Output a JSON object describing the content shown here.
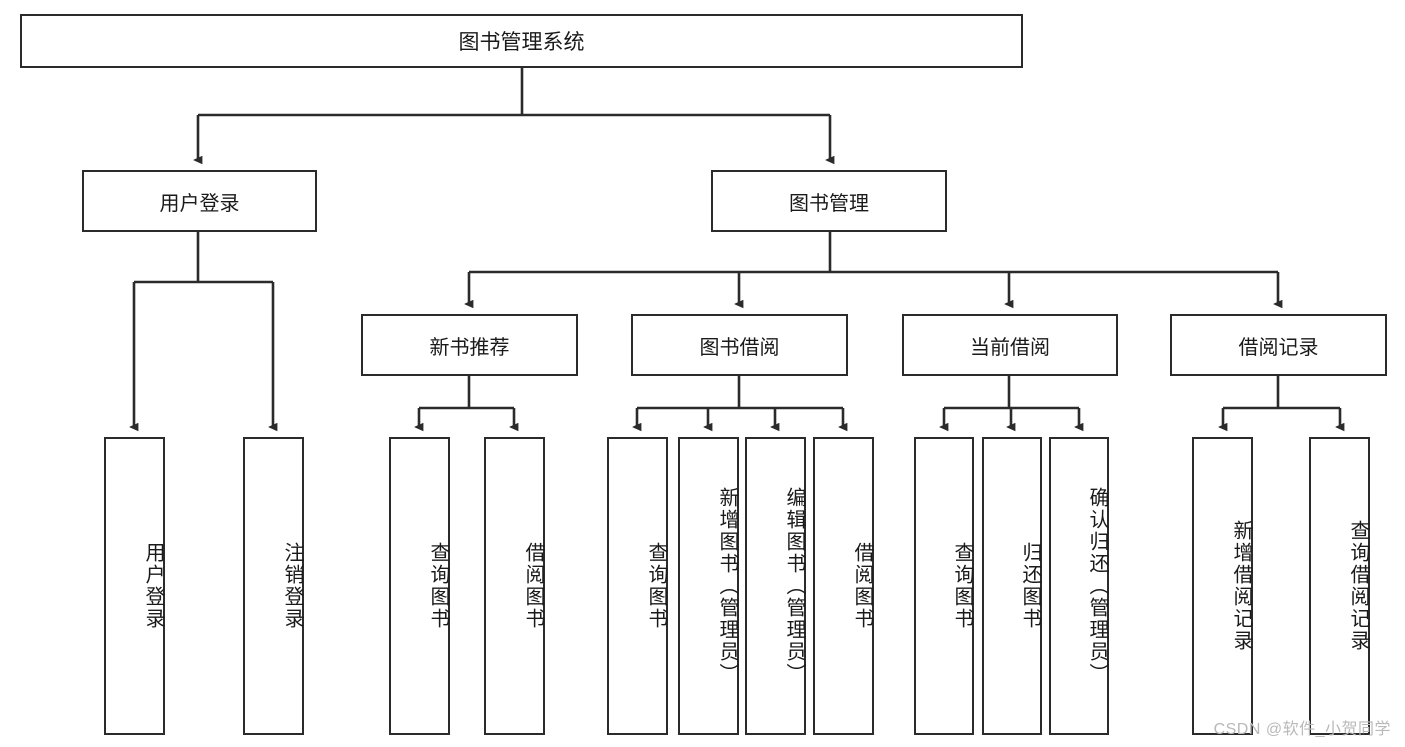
{
  "diagram": {
    "title": "图书管理系统",
    "type": "tree-hierarchy-diagram",
    "colors": {
      "box_border": "#2b2b2b",
      "box_fill": "#ffffff",
      "connector": "#2b2b2b",
      "background": "#ffffff",
      "watermark": "#b9b9b9"
    },
    "root": {
      "label": "图书管理系统"
    },
    "level2": [
      {
        "label": "用户登录"
      },
      {
        "label": "图书管理"
      }
    ],
    "level3": [
      {
        "label": "新书推荐"
      },
      {
        "label": "图书借阅"
      },
      {
        "label": "当前借阅"
      },
      {
        "label": "借阅记录"
      }
    ],
    "leaves": {
      "user_login": [
        {
          "label": "用户登录"
        },
        {
          "label": "注销登录"
        }
      ],
      "new_book_recommend": [
        {
          "label": "查询图书"
        },
        {
          "label": "借阅图书"
        }
      ],
      "book_borrow": [
        {
          "label": "查询图书"
        },
        {
          "label": "新增图书（管理员）"
        },
        {
          "label": "编辑图书（管理员）"
        },
        {
          "label": "借阅图书"
        }
      ],
      "current_borrow": [
        {
          "label": "查询图书"
        },
        {
          "label": "归还图书"
        },
        {
          "label": "确认归还（管理员）"
        }
      ],
      "borrow_record": [
        {
          "label": "新增借阅记录"
        },
        {
          "label": "查询借阅记录"
        }
      ]
    }
  },
  "watermark": {
    "text": "CSDN @软件_小贺同学"
  }
}
